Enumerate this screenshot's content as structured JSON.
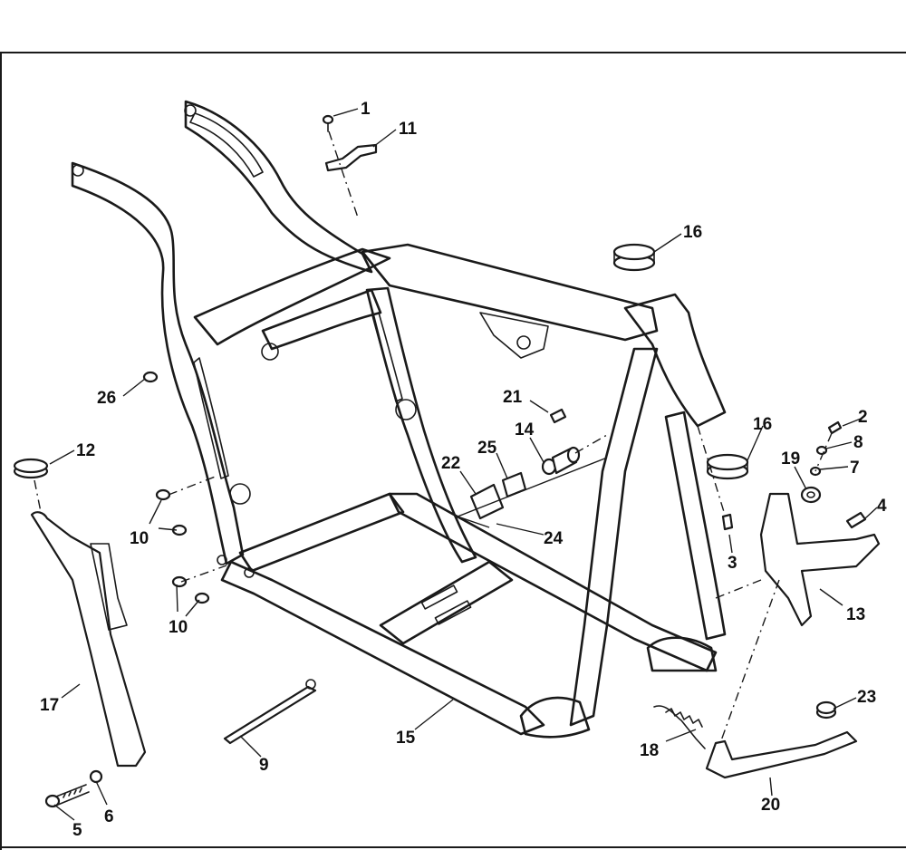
{
  "callouts": [
    {
      "id": "c1",
      "text": "1"
    },
    {
      "id": "c2",
      "text": "2"
    },
    {
      "id": "c3",
      "text": "3"
    },
    {
      "id": "c4",
      "text": "4"
    },
    {
      "id": "c5",
      "text": "5"
    },
    {
      "id": "c6",
      "text": "6"
    },
    {
      "id": "c7",
      "text": "7"
    },
    {
      "id": "c8",
      "text": "8"
    },
    {
      "id": "c9",
      "text": "9"
    },
    {
      "id": "c10a",
      "text": "10"
    },
    {
      "id": "c10b",
      "text": "10"
    },
    {
      "id": "c11",
      "text": "11"
    },
    {
      "id": "c12",
      "text": "12"
    },
    {
      "id": "c13",
      "text": "13"
    },
    {
      "id": "c14",
      "text": "14"
    },
    {
      "id": "c15",
      "text": "15"
    },
    {
      "id": "c16a",
      "text": "16"
    },
    {
      "id": "c16b",
      "text": "16"
    },
    {
      "id": "c17",
      "text": "17"
    },
    {
      "id": "c18",
      "text": "18"
    },
    {
      "id": "c19",
      "text": "19"
    },
    {
      "id": "c20",
      "text": "20"
    },
    {
      "id": "c21",
      "text": "21"
    },
    {
      "id": "c22",
      "text": "22"
    },
    {
      "id": "c23",
      "text": "23"
    },
    {
      "id": "c24",
      "text": "24"
    },
    {
      "id": "c25",
      "text": "25"
    },
    {
      "id": "c26",
      "text": "26"
    }
  ],
  "colors": {
    "line": "#1a1a1a",
    "background": "#ffffff"
  }
}
